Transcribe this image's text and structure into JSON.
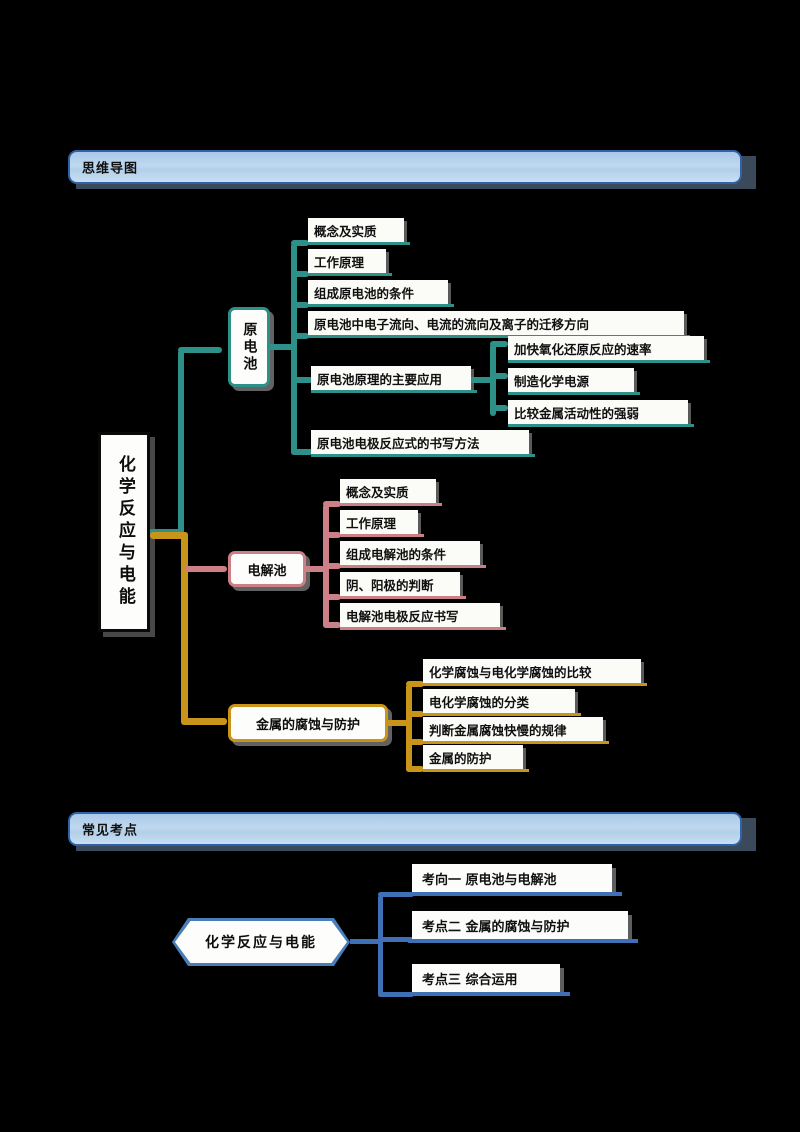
{
  "theme": {
    "bar_fill_top": "#a9c8e8",
    "bar_border": "#2f62a8",
    "bar_shadow": "#3b4a5a",
    "branch_teal": "#2e9189",
    "branch_rose": "#cc7f86",
    "branch_gold": "#c8941a",
    "branch_blue": "#3f6fb5",
    "page_bg": "#000000",
    "node_bg": "#fdfdfb"
  },
  "sections": [
    {
      "id": "mindmap",
      "label": "思维导图"
    },
    {
      "id": "exam-points",
      "label": "常见考点"
    }
  ],
  "mindmap": {
    "root": "化学反应与电能",
    "branches": [
      {
        "id": "primary-cell",
        "label": "原电池",
        "color": "#2e9189",
        "leaves": [
          {
            "label": "概念及实质"
          },
          {
            "label": "工作原理"
          },
          {
            "label": "组成原电池的条件"
          },
          {
            "label": "原电池中电子流向、电流的流向及离子的迁移方向"
          },
          {
            "label": "原电池原理的主要应用",
            "children": [
              {
                "label": "加快氧化还原反应的速率"
              },
              {
                "label": "制造化学电源"
              },
              {
                "label": "比较金属活动性的强弱"
              }
            ]
          },
          {
            "label": "原电池电极反应式的书写方法"
          }
        ]
      },
      {
        "id": "electrolytic-cell",
        "label": "电解池",
        "color": "#cc7f86",
        "leaves": [
          {
            "label": "概念及实质"
          },
          {
            "label": "工作原理"
          },
          {
            "label": "组成电解池的条件"
          },
          {
            "label": "阴、阳极的判断"
          },
          {
            "label": "电解池电极反应书写"
          }
        ]
      },
      {
        "id": "metal-corrosion",
        "label": "金属的腐蚀与防护",
        "color": "#c8941a",
        "leaves": [
          {
            "label": "化学腐蚀与电化学腐蚀的比较"
          },
          {
            "label": "电化学腐蚀的分类"
          },
          {
            "label": "判断金属腐蚀快慢的规律"
          },
          {
            "label": "金属的防护"
          }
        ]
      }
    ]
  },
  "exam_points": {
    "root": "化学反应与电能",
    "color": "#3f6fb5",
    "items": [
      {
        "label": "考向一  原电池与电解池"
      },
      {
        "label": "考点二   金属的腐蚀与防护"
      },
      {
        "label": "考点三  综合运用"
      }
    ]
  }
}
